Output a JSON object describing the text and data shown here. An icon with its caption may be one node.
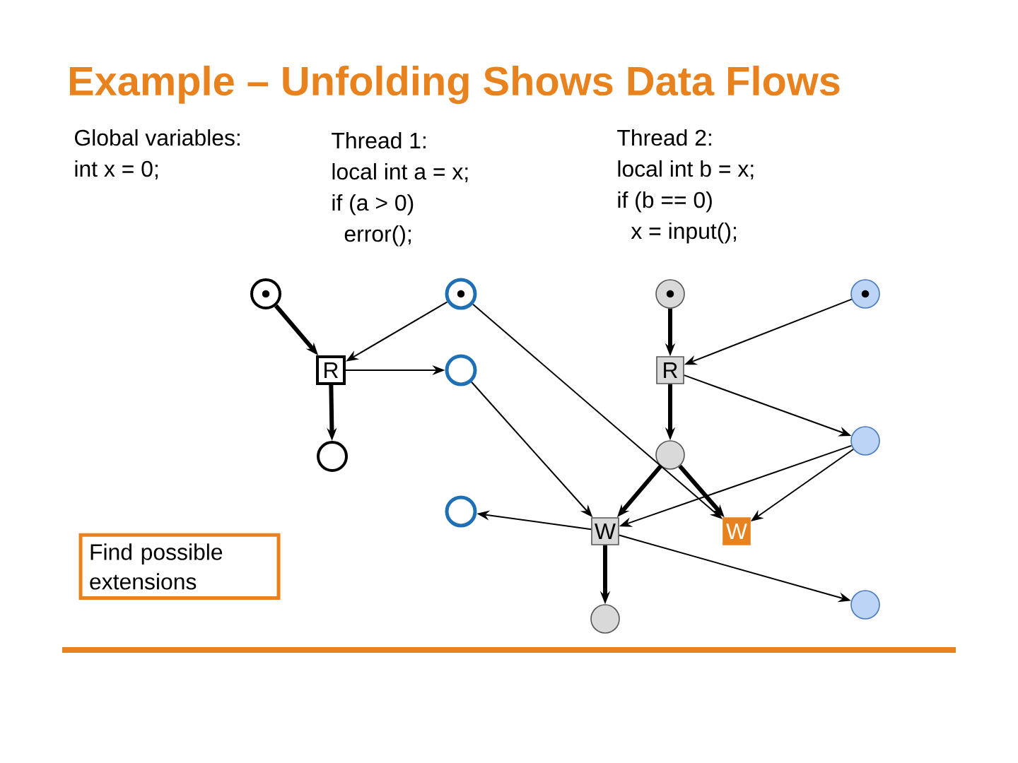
{
  "diagram": {
    "title": "Example – Unfolding Shows Data Flows",
    "nodes": [
      {
        "text": [],
        "shape": "circle"
      },
      {
        "text": [],
        "shape": "circle"
      },
      {
        "text": [],
        "shape": "circle"
      },
      {
        "text": [],
        "shape": "circle"
      },
      {
        "text": [
          "R"
        ]
      },
      {
        "text": [],
        "shape": "circle"
      },
      {
        "text": [
          "R"
        ]
      },
      {
        "text": [],
        "shape": "circle"
      },
      {
        "text": [],
        "shape": "circle"
      },
      {
        "text": [],
        "shape": "circle"
      },
      {
        "text": [],
        "shape": "circle"
      },
      {
        "text": [
          "W"
        ]
      },
      {
        "text": [
          "W"
        ]
      },
      {
        "text": [],
        "shape": "circle"
      },
      {
        "text": [],
        "shape": "circle"
      },
      {
        "text": [
          "Find possible extensions"
        ]
      }
    ],
    "edges": [
      {
        "from": 0,
        "to": 4,
        "arrow": "to",
        "style": "thick"
      },
      {
        "from": 1,
        "to": 4,
        "arrow": "to"
      },
      {
        "from": 4,
        "to": 5,
        "arrow": "to"
      },
      {
        "from": 4,
        "to": 7,
        "arrow": "to",
        "style": "thick"
      },
      {
        "from": 1,
        "to": 12,
        "arrow": "to"
      },
      {
        "from": 5,
        "to": 11,
        "arrow": "to"
      },
      {
        "from": 2,
        "to": 6,
        "arrow": "to",
        "style": "thick"
      },
      {
        "from": 3,
        "to": 6,
        "arrow": "to"
      },
      {
        "from": 6,
        "to": 9,
        "arrow": "to"
      },
      {
        "from": 6,
        "to": 8,
        "arrow": "to",
        "style": "thick"
      },
      {
        "from": 8,
        "to": 11,
        "arrow": "to",
        "style": "thick"
      },
      {
        "from": 8,
        "to": 12,
        "arrow": "to",
        "style": "thick"
      },
      {
        "from": 9,
        "to": 11,
        "arrow": "to"
      },
      {
        "from": 9,
        "to": 12,
        "arrow": "to"
      },
      {
        "from": 11,
        "to": 10,
        "arrow": "to"
      },
      {
        "from": 11,
        "to": 14,
        "arrow": "to"
      },
      {
        "from": 11,
        "to": 13,
        "arrow": "to",
        "style": "thick"
      }
    ],
    "labels": [
      "Global variables:",
      "int x = 0;",
      "Thread 1:",
      "local int a = x;",
      "if (a > 0)",
      "error();",
      "Thread 2:",
      "local int b = x;",
      "if (b == 0)",
      "x = input();"
    ]
  }
}
